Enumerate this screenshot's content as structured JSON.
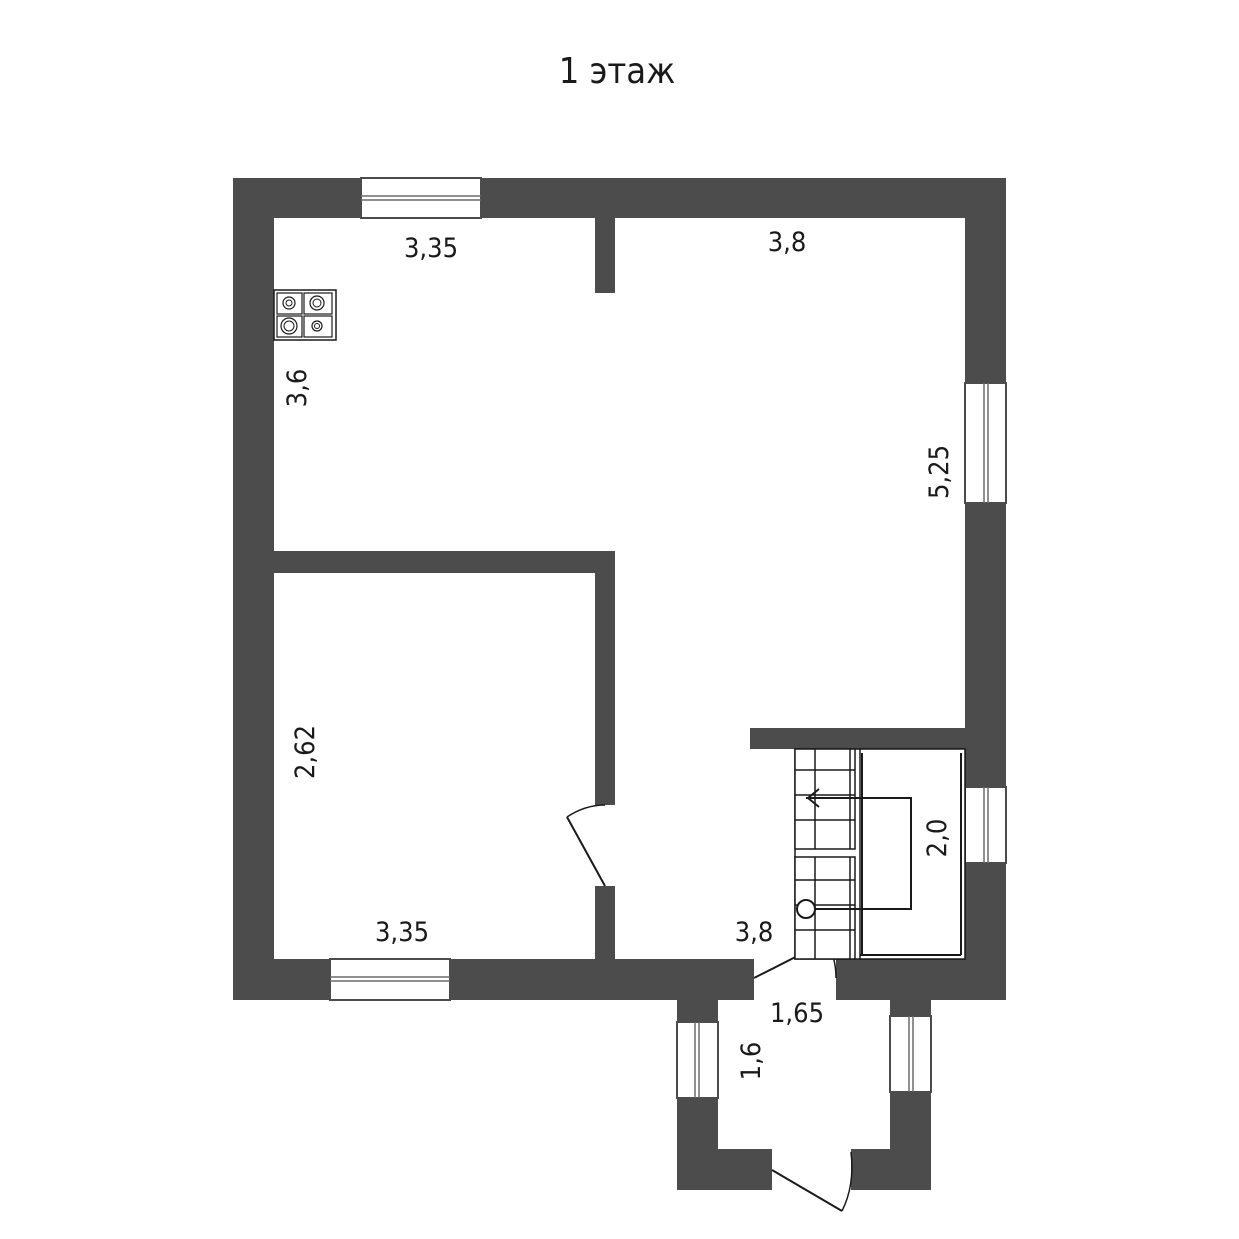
{
  "title": "1 этаж",
  "dimensions": {
    "kitchen_width": "3,35",
    "kitchen_depth": "3,6",
    "living_width": "3,8",
    "living_depth": "5,25",
    "bedroom_depth": "2,62",
    "bedroom_width": "3,35",
    "hall_width": "3,8",
    "stair_depth": "2,0",
    "porch_width": "1,65",
    "porch_depth": "1,6"
  },
  "colors": {
    "wall": "#4c4c4c",
    "background": "#ffffff",
    "line": "#1a1a1a"
  },
  "icons": [
    "stove-icon",
    "door-swing-icon",
    "stair-arrow-icon"
  ]
}
